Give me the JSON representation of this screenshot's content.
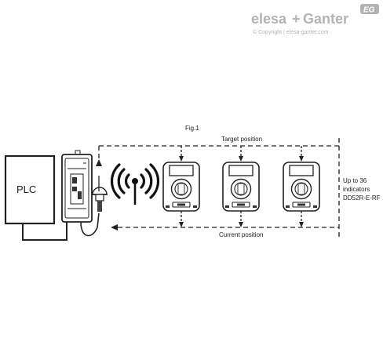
{
  "brand": {
    "logo_text_left": "elesa",
    "logo_plus": "+",
    "logo_text_right": "Ganter",
    "badge": "EG",
    "copyright": "© Copyright | elesa-ganter.com"
  },
  "diagram": {
    "figure_label": "Fig.1",
    "plc_label": "PLC",
    "target_label": "Target position",
    "current_label": "Current position",
    "note_lines": [
      "Up to 36",
      "indicators",
      "DD52R-E-RF"
    ],
    "indicator_count_shown": 3
  }
}
